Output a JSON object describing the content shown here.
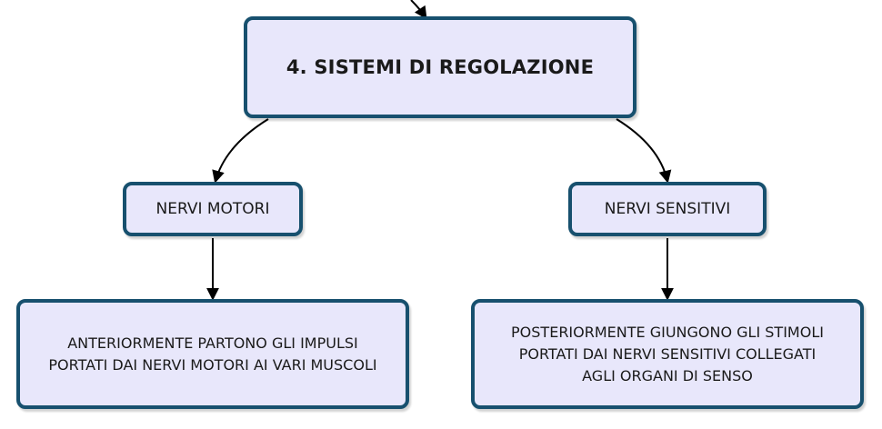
{
  "nodes": {
    "root": {
      "label": "4. SISTEMI DI REGOLAZIONE"
    },
    "motori": {
      "label": "NERVI MOTORI"
    },
    "sensitivi": {
      "label": "NERVI SENSITIVI"
    },
    "motori_detail": {
      "lines": [
        "ANTERIORMENTE PARTONO GLI IMPULSI",
        "PORTATI DAI NERVI MOTORI AI VARI MUSCOLI"
      ]
    },
    "sensitivi_detail": {
      "lines": [
        "POSTERIORMENTE GIUNGONO GLI STIMOLI",
        "PORTATI DAI NERVI SENSITIVI COLLEGATI",
        "AGLI ORGANI DI SENSO"
      ]
    }
  },
  "colors": {
    "node_fill": "#e8e7fb",
    "node_border": "#17506e",
    "connector": "#000000"
  }
}
